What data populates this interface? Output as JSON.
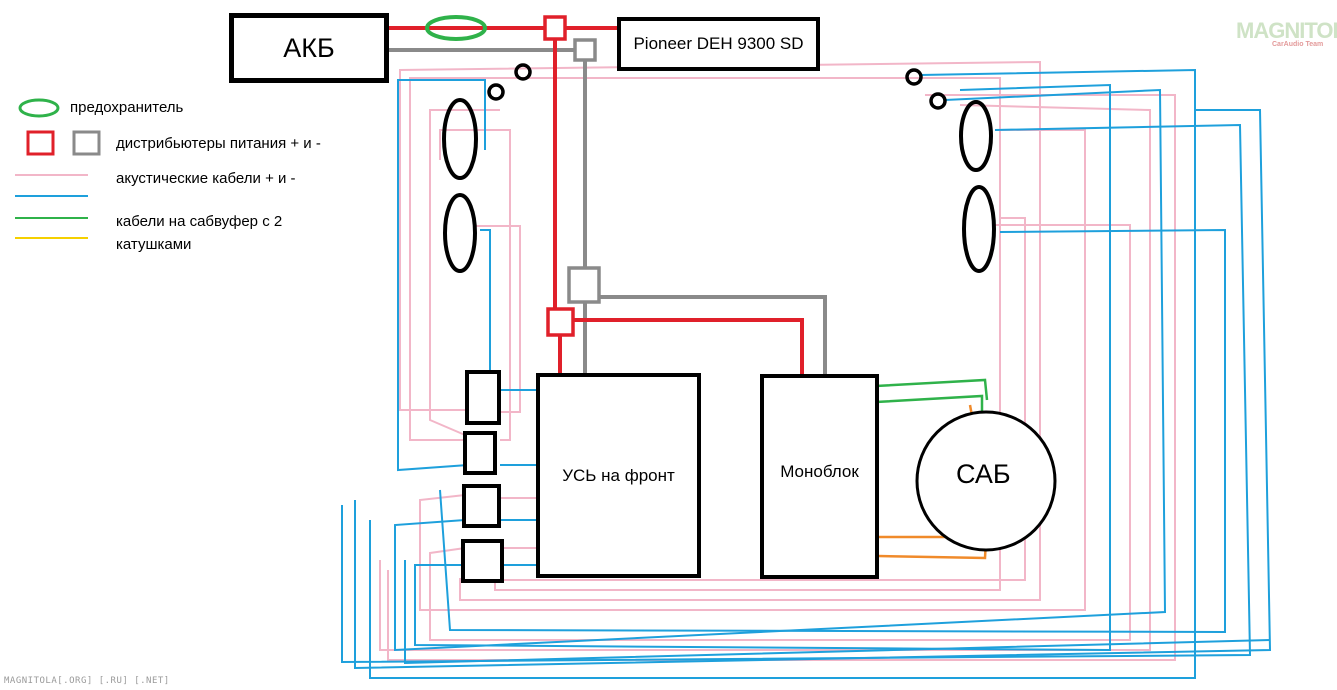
{
  "labels": {
    "battery": "АКБ",
    "head_unit": "Pioneer DEH 9300 SD",
    "front_amp": "УСЬ на фронт",
    "mono_amp": "Моноблок",
    "sub": "САБ"
  },
  "legend": {
    "fuse": "предохранитель",
    "distributors": "дистрибьютеры питания + и -",
    "acoustic": "акустические кабели + и -",
    "sub_cables_line1": "кабели на сабвуфер с 2",
    "sub_cables_line2": "катушками"
  },
  "watermark": "MAGNITOLA[.ORG] [.RU] [.NET]",
  "logo": {
    "main": "MAGNITOLA",
    "sub": "CarAudio Team"
  },
  "colors": {
    "power_plus": "#e0202a",
    "power_minus": "#8a8a8a",
    "fuse": "#2fb24a",
    "acoustic_plus": "#f2b6c8",
    "acoustic_minus": "#1ea0dc",
    "sub_cable_a": "#2fb24a",
    "sub_cable_b": "#f08a2a",
    "legend_yellow": "#f5d000"
  }
}
